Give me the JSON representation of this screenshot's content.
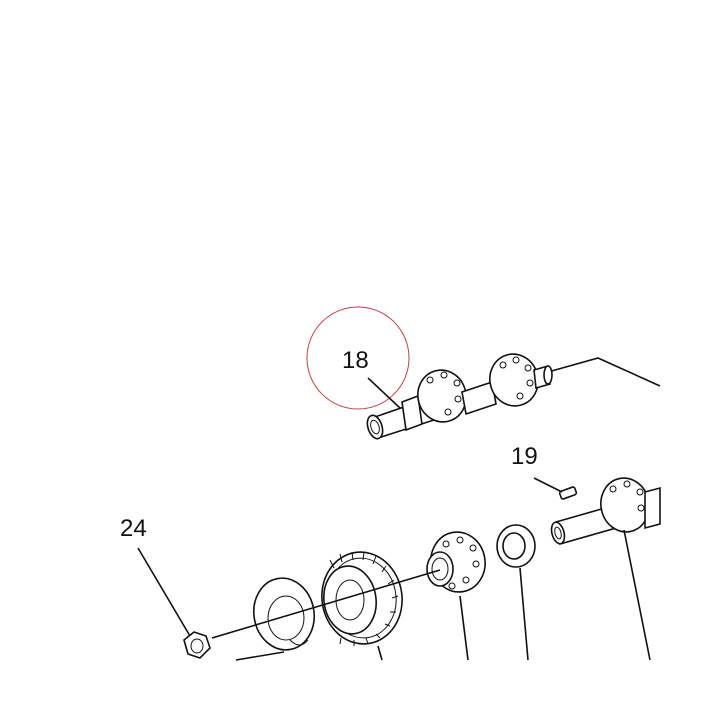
{
  "callouts": [
    "18",
    "19",
    "24"
  ],
  "highlight_color": "#c0404a",
  "line_color": "#111111"
}
